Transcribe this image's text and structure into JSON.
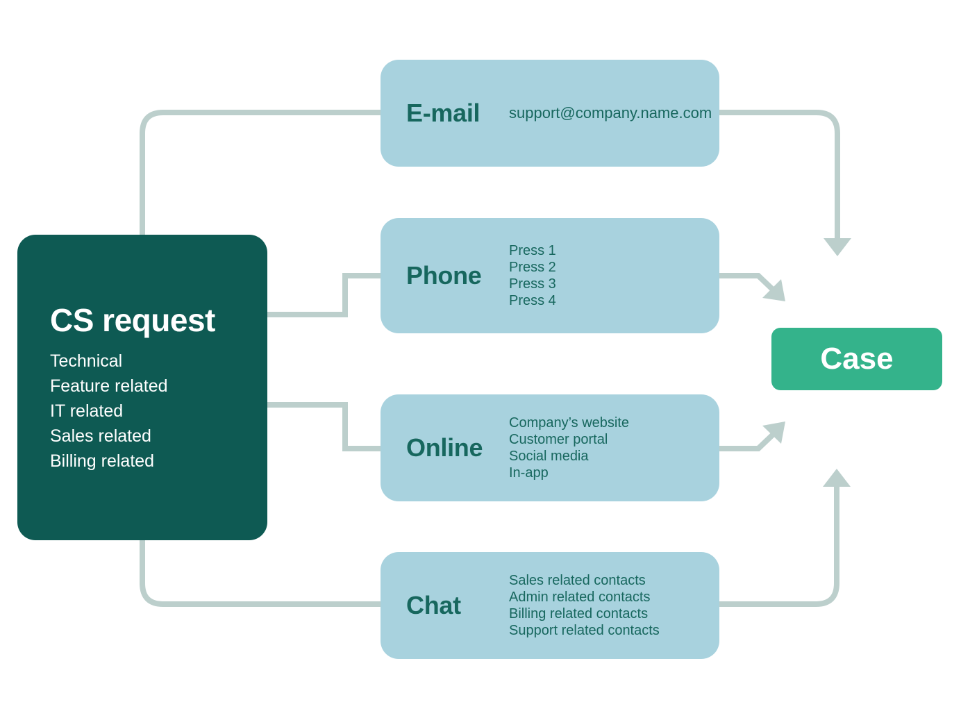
{
  "diagram": {
    "source": {
      "title": "CS request",
      "items": [
        "Technical",
        "Feature related",
        "IT related",
        "Sales related",
        "Billing related"
      ]
    },
    "channels": [
      {
        "id": "email",
        "title": "E-mail",
        "details": [
          "support@company.name.com"
        ]
      },
      {
        "id": "phone",
        "title": "Phone",
        "details": [
          "Press 1",
          "Press 2",
          "Press 3",
          "Press 4"
        ]
      },
      {
        "id": "online",
        "title": "Online",
        "details": [
          "Company’s website",
          "Customer portal",
          "Social media",
          "In-app"
        ]
      },
      {
        "id": "chat",
        "title": "Chat",
        "details": [
          "Sales related contacts",
          "Admin related contacts",
          "Billing related contacts",
          "Support related contacts"
        ]
      }
    ],
    "result": {
      "title": "Case"
    }
  },
  "colors": {
    "dark_teal": "#0e5a53",
    "channel_blue": "#a8d2de",
    "text_teal": "#17675e",
    "connector": "#bccfcc",
    "case_green": "#34b38b",
    "text_white": "#ffffff"
  }
}
